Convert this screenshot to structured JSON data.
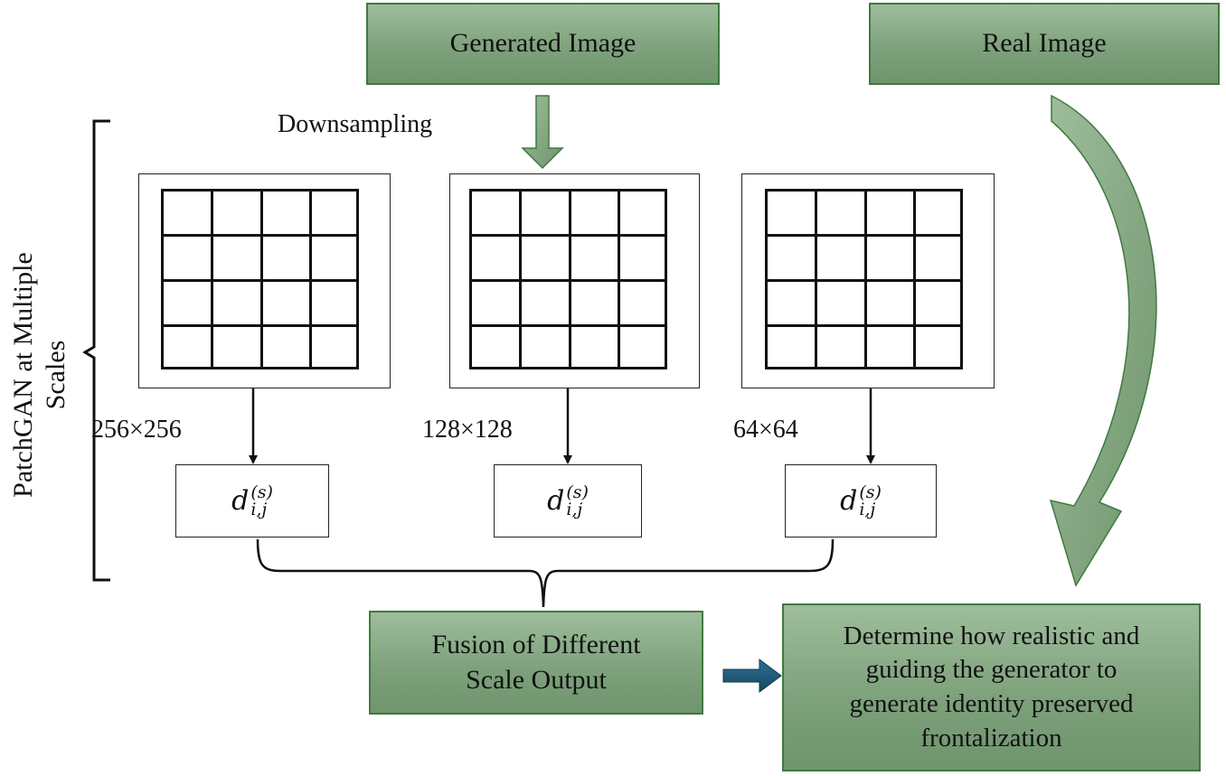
{
  "boxes": {
    "generated_image": "Generated Image",
    "real_image": "Real Image",
    "fusion_line1": "Fusion of Different",
    "fusion_line2": "Scale Output",
    "determine_line1": "Determine how realistic and",
    "determine_line2": "guiding the generator to",
    "determine_line3": "generate identity preserved",
    "determine_line4": "frontalization"
  },
  "labels": {
    "downsampling": "Downsampling",
    "side_line1": "PatchGAN at Multiple",
    "side_line2": "Scales",
    "scales": [
      "256×256",
      "128×128",
      "64×64"
    ]
  },
  "discriminator": {
    "base": "d",
    "superscript": "(s)",
    "subscript": "i,j"
  },
  "colors": {
    "green_fill": "#85a783",
    "green_border": "#3f7a3f",
    "blue_arrow": "#1f5a7a"
  }
}
